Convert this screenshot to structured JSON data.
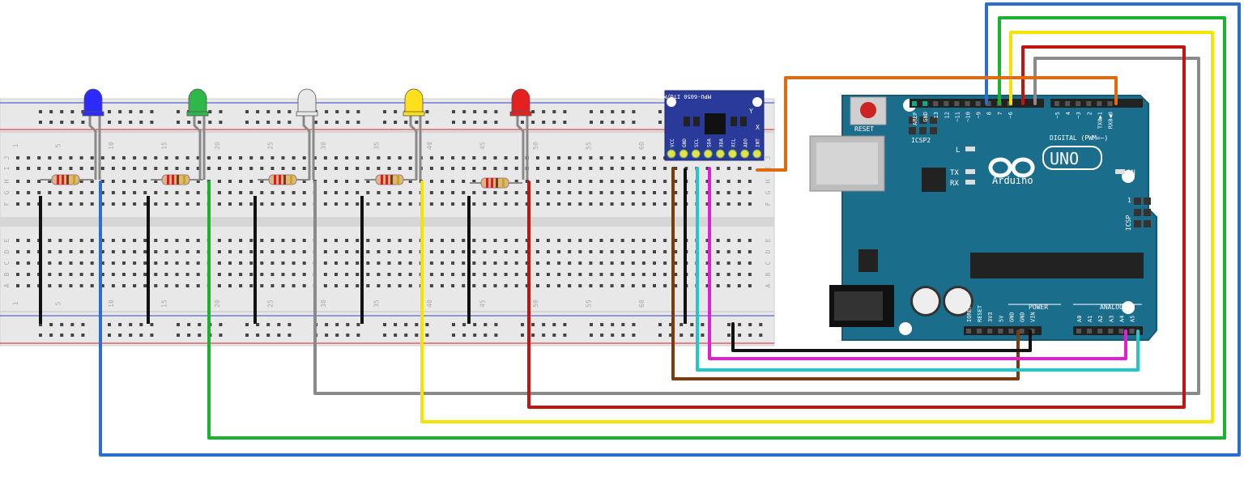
{
  "breadboard": {
    "column_numbers": [
      "1",
      "5",
      "10",
      "15",
      "20",
      "25",
      "30",
      "35",
      "40",
      "45",
      "50",
      "55",
      "60"
    ],
    "row_letters_top": [
      "J",
      "I",
      "H",
      "G",
      "F"
    ],
    "row_letters_bottom": [
      "E",
      "D",
      "C",
      "B",
      "A"
    ]
  },
  "leds": [
    {
      "name": "blue",
      "color": "#2b2bff"
    },
    {
      "name": "green",
      "color": "#2fb84a"
    },
    {
      "name": "white",
      "color": "#e8e8e8"
    },
    {
      "name": "yellow",
      "color": "#ffe01a"
    },
    {
      "name": "red",
      "color": "#e52020"
    }
  ],
  "sensor": {
    "title": "MPU-6050 ITG/MPU",
    "pins": [
      "VCC",
      "GND",
      "SCL",
      "SDA",
      "XDA",
      "XCL",
      "ADO",
      "INT"
    ],
    "axis_x": "X",
    "axis_y": "Y"
  },
  "arduino": {
    "reset_label": "RESET",
    "icsp2_label": "ICSP2",
    "icsp_label": "ICSP",
    "icsp_one": "1",
    "l_label": "L",
    "tx_label": "TX",
    "rx_label": "RX",
    "on_label": "ON",
    "brand": "Arduino",
    "model": "UNO",
    "digital_label": "DIGITAL (PWM=~)",
    "power_label": "POWER",
    "analog_label": "ANALOG IN",
    "digital_pins": [
      "AREF",
      "GND",
      "13",
      "12",
      "~11",
      "~10",
      "~9",
      "8",
      "7",
      "~6",
      "~5",
      "4",
      "~3",
      "2",
      "TX0▶1",
      "RX0◀0"
    ],
    "power_pins": [
      "IOREF",
      "RESET",
      "3V3",
      "5V",
      "GND",
      "GND",
      "VIN"
    ],
    "analog_pins": [
      "A0",
      "A1",
      "A2",
      "A3",
      "A4",
      "A5"
    ]
  },
  "colors": {
    "board_blue": "#1b6d8c",
    "wire_blue": "#2a6fd0",
    "wire_green": "#18b42e",
    "wire_grey": "#8a8a8a",
    "wire_yellow": "#f5e400",
    "wire_red": "#c31414",
    "wire_orange": "#e06a10",
    "wire_brown": "#7a3c0e",
    "wire_black": "#111111",
    "wire_magenta": "#e020d0",
    "wire_cyan": "#20c8c8"
  }
}
